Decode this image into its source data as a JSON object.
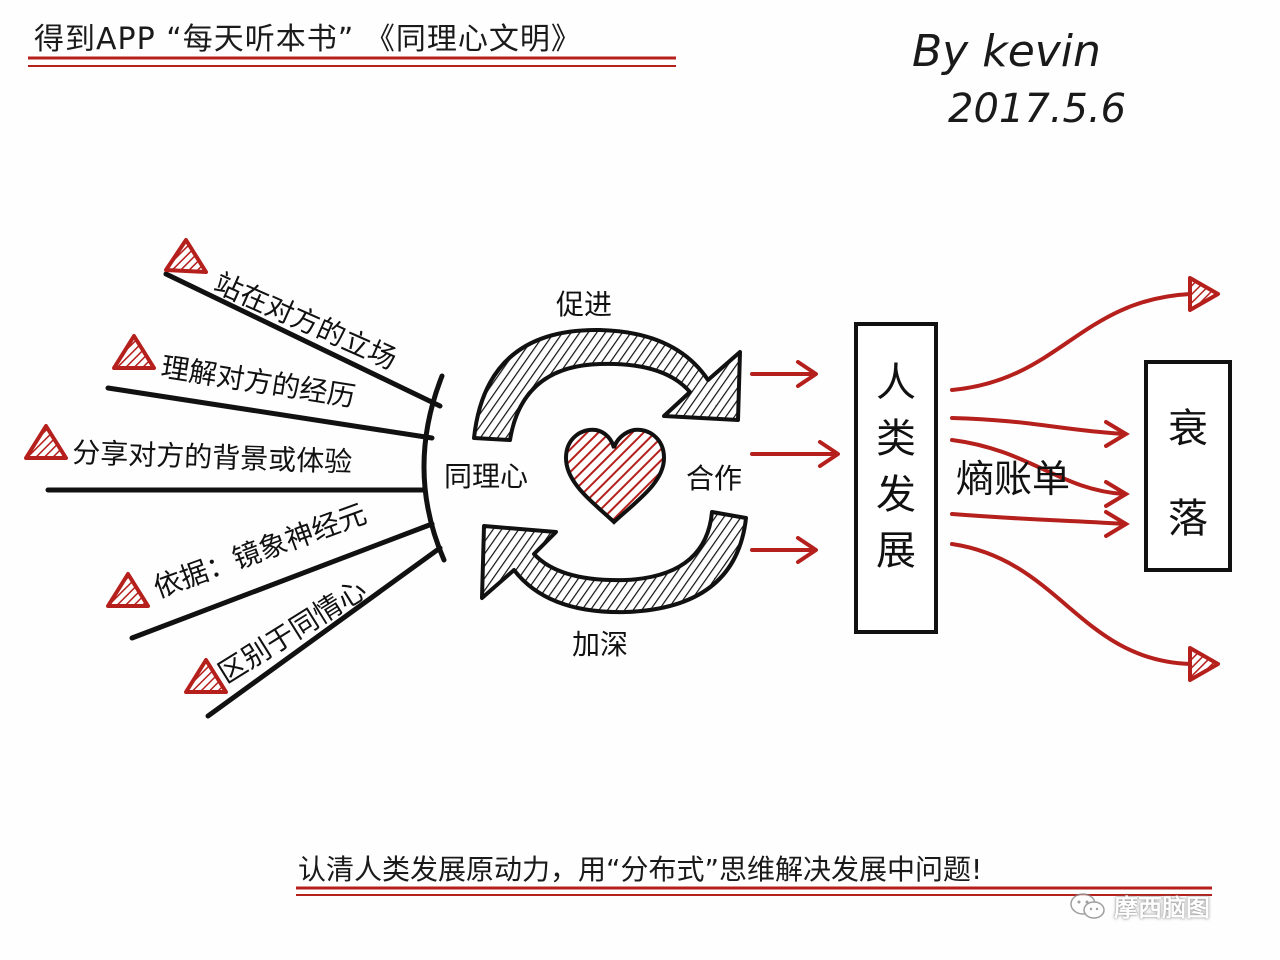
{
  "header": {
    "title": "得到APP “每天听本书” 《同理心文明》",
    "author": "By kevin",
    "date": "2017.5.6"
  },
  "left_branches": [
    "站在对方的立场",
    "理解对方的经历",
    "分享对方的背景或体验",
    "依据：镜象神经元",
    "区别于同情心"
  ],
  "cycle": {
    "top_label": "促进",
    "bottom_label": "加深",
    "left_label": "同理心",
    "right_label": "合作",
    "center_icon": "heart-icon"
  },
  "boxes": {
    "development": "人类发展",
    "decline": "衰落"
  },
  "entropy_label": "熵账单",
  "footer": {
    "conclusion": "认清人类发展原动力，用“分布式”思维解决发展中问题!",
    "watermark": "摩西脑图"
  },
  "colors": {
    "accent_red": "#b5201c",
    "ink": "#111111"
  }
}
